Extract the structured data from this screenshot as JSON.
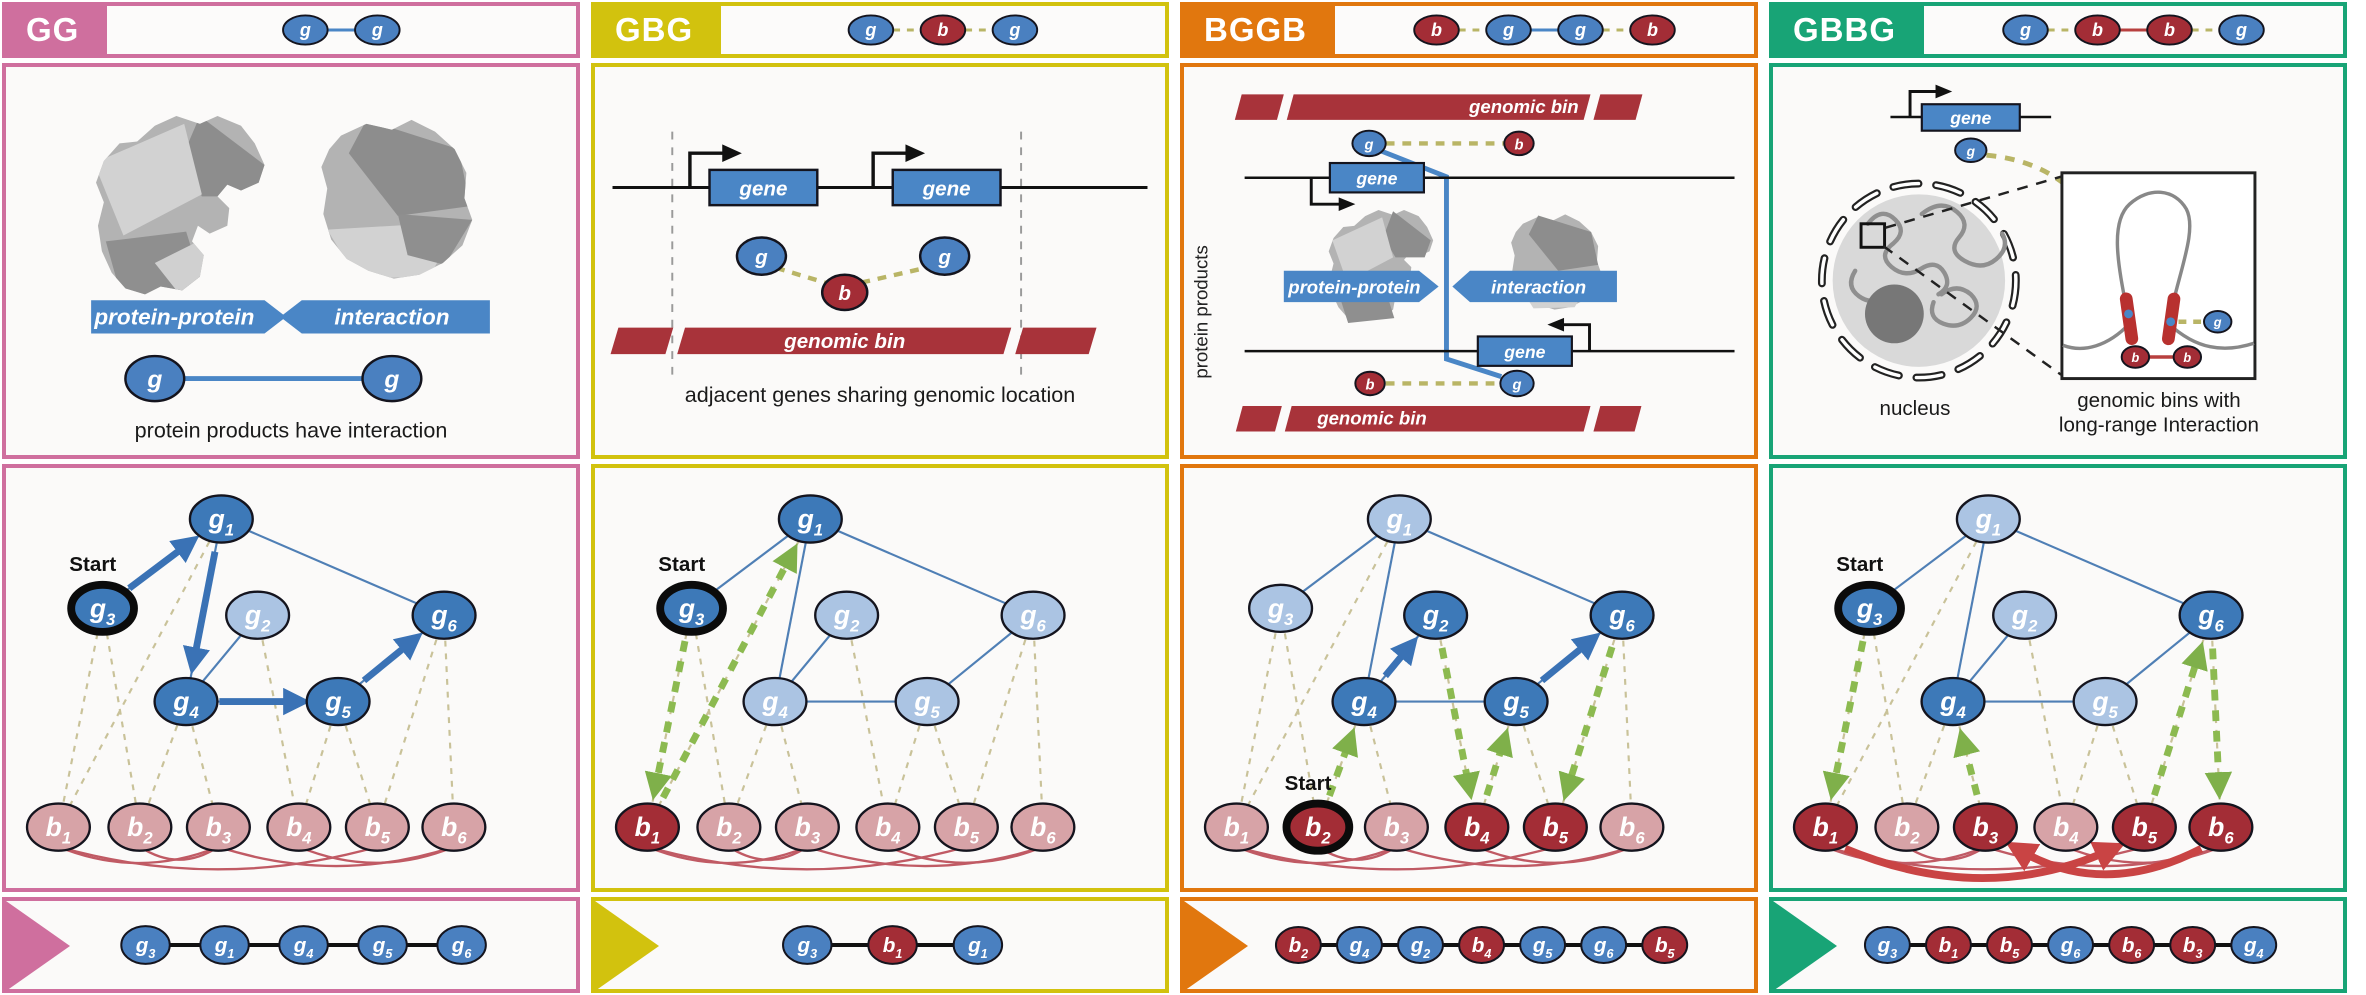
{
  "colors": {
    "gg_accent": "#cf6f9e",
    "gbg_accent": "#d2c20e",
    "bggb_accent": "#e1770e",
    "gbbg_accent": "#18a476",
    "gene_dark": "#3d79b8",
    "gene_light": "#abc4e3",
    "bin_dark": "#a32d36",
    "bin_light": "#d7a3a7",
    "gene_edge": "#4f7fb5",
    "membership_dash": "#c9c299",
    "bin_arc": "#c05a64",
    "walk_blue": "#3a72b5",
    "walk_green": "#8cba50",
    "walk_red": "#c94444",
    "gene_box": "#4a86c6"
  },
  "shared_graph": {
    "gene_nodes": [
      "g1",
      "g2",
      "g3",
      "g4",
      "g5",
      "g6"
    ],
    "bin_nodes": [
      "b1",
      "b2",
      "b3",
      "b4",
      "b5",
      "b6"
    ],
    "gene_edges": [
      [
        "g1",
        "g3"
      ],
      [
        "g1",
        "g4"
      ],
      [
        "g1",
        "g6"
      ],
      [
        "g2",
        "g4"
      ],
      [
        "g4",
        "g5"
      ],
      [
        "g5",
        "g6"
      ]
    ],
    "membership_edges": [
      [
        "g1",
        "b1"
      ],
      [
        "g3",
        "b1"
      ],
      [
        "g3",
        "b2"
      ],
      [
        "g4",
        "b2"
      ],
      [
        "g4",
        "b3"
      ],
      [
        "g2",
        "b4"
      ],
      [
        "g5",
        "b4"
      ],
      [
        "g5",
        "b5"
      ],
      [
        "g6",
        "b5"
      ],
      [
        "g6",
        "b6"
      ]
    ],
    "bin_edges": [
      [
        "b1",
        "b3"
      ],
      [
        "b2",
        "b3"
      ],
      [
        "b1",
        "b5"
      ],
      [
        "b3",
        "b6"
      ],
      [
        "b4",
        "b6"
      ]
    ]
  },
  "panels": [
    {
      "title": "GG",
      "motif": {
        "sequence": [
          "g",
          "g"
        ],
        "links": [
          "ppi"
        ]
      },
      "illus": {
        "banner_left": "protein-protein",
        "banner_right": "interaction",
        "node_left": "g",
        "node_right": "g",
        "caption": "protein products have interaction"
      },
      "graph": {
        "start": "g3",
        "start_label": "Start",
        "dark_genes": [
          "g1",
          "g3",
          "g4",
          "g5",
          "g6"
        ],
        "dark_bins": [],
        "walk": [
          {
            "from": "g3",
            "to": "g1",
            "type": "ppi"
          },
          {
            "from": "g1",
            "to": "g4",
            "type": "ppi"
          },
          {
            "from": "g4",
            "to": "g5",
            "type": "ppi"
          },
          {
            "from": "g5",
            "to": "g6",
            "type": "ppi"
          }
        ]
      },
      "output": [
        "g3",
        "g1",
        "g4",
        "g5",
        "g6"
      ]
    },
    {
      "title": "GBG",
      "motif": {
        "sequence": [
          "g",
          "b",
          "g"
        ],
        "links": [
          "member",
          "member"
        ]
      },
      "illus": {
        "gene1": "gene",
        "gene2": "gene",
        "node_g1": "g",
        "node_g2": "g",
        "node_b": "b",
        "bin": "genomic bin",
        "caption": "adjacent genes sharing genomic location"
      },
      "graph": {
        "start": "g3",
        "start_label": "Start",
        "dark_genes": [
          "g1",
          "g3"
        ],
        "dark_bins": [
          "b1"
        ],
        "walk": [
          {
            "from": "g3",
            "to": "b1",
            "type": "member"
          },
          {
            "from": "b1",
            "to": "g1",
            "type": "member"
          }
        ]
      },
      "output": [
        "g3",
        "b1",
        "g1"
      ]
    },
    {
      "title": "BGGB",
      "motif": {
        "sequence": [
          "b",
          "g",
          "g",
          "b"
        ],
        "links": [
          "member",
          "ppi",
          "member"
        ]
      },
      "illus": {
        "bin_top": "genomic bin",
        "bin_bottom": "genomic bin",
        "gene1": "gene",
        "gene2": "gene",
        "node_g_top": "g",
        "node_b_top": "b",
        "node_b_bottom": "b",
        "node_g_bottom": "g",
        "side_label": "protein products",
        "banner_left": "protein-protein",
        "banner_right": "interaction"
      },
      "graph": {
        "start": "b2",
        "start_label": "Start",
        "dark_genes": [
          "g2",
          "g4",
          "g5",
          "g6"
        ],
        "dark_bins": [
          "b2",
          "b4",
          "b5"
        ],
        "walk": [
          {
            "from": "b2",
            "to": "g4",
            "type": "member"
          },
          {
            "from": "g4",
            "to": "g2",
            "type": "ppi"
          },
          {
            "from": "g2",
            "to": "b4",
            "type": "member"
          },
          {
            "from": "b4",
            "to": "g5",
            "type": "member"
          },
          {
            "from": "g5",
            "to": "g6",
            "type": "ppi"
          },
          {
            "from": "g6",
            "to": "b5",
            "type": "member"
          }
        ]
      },
      "output": [
        "b2",
        "g4",
        "g2",
        "b4",
        "g5",
        "g6",
        "b5"
      ]
    },
    {
      "title": "GBBG",
      "motif": {
        "sequence": [
          "g",
          "b",
          "b",
          "g"
        ],
        "links": [
          "member",
          "interaction",
          "member"
        ]
      },
      "illus": {
        "gene": "gene",
        "node_g_top": "g",
        "inset_g": "g",
        "inset_b1": "b",
        "inset_b2": "b",
        "caption_nucleus": "nucleus",
        "caption_bins_line1": "genomic bins with",
        "caption_bins_line2": "long-range Interaction"
      },
      "graph": {
        "start": "g3",
        "start_label": "Start",
        "dark_genes": [
          "g3",
          "g4",
          "g6"
        ],
        "dark_bins": [
          "b1",
          "b3",
          "b5",
          "b6"
        ],
        "walk": [
          {
            "from": "g3",
            "to": "b1",
            "type": "member"
          },
          {
            "from": "b1",
            "to": "b5",
            "type": "interaction"
          },
          {
            "from": "b5",
            "to": "g6",
            "type": "member"
          },
          {
            "from": "g6",
            "to": "b6",
            "type": "member"
          },
          {
            "from": "b6",
            "to": "b3",
            "type": "interaction"
          },
          {
            "from": "b3",
            "to": "g4",
            "type": "member"
          }
        ]
      },
      "output": [
        "g3",
        "b1",
        "b5",
        "g6",
        "b6",
        "b3",
        "g4"
      ]
    }
  ]
}
